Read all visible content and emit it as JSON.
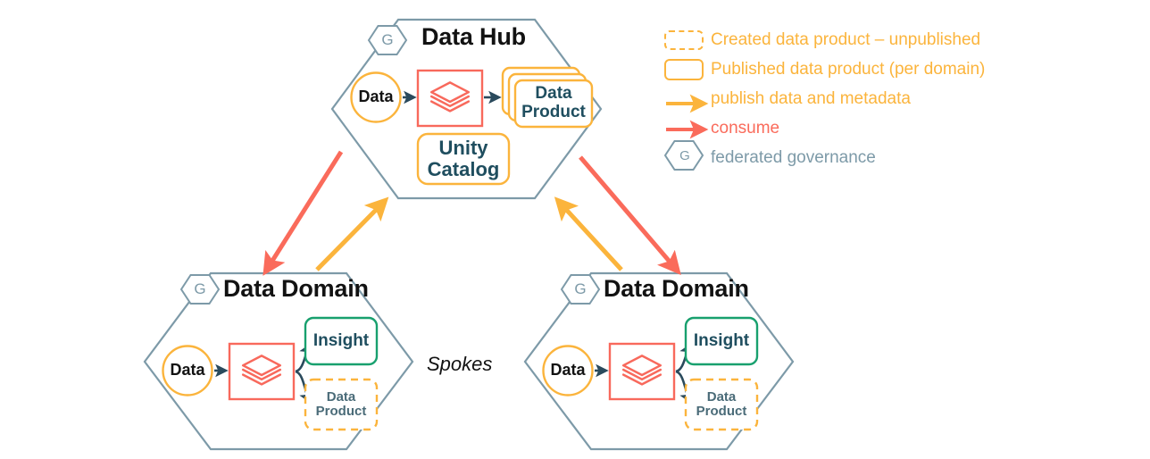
{
  "diagram": {
    "title_hub": "Data Hub",
    "spokes_label": "Spokes",
    "governance_letter": "G"
  },
  "colors": {
    "hex_border": "#7d9aa8",
    "orange": "#fbb43c",
    "coral": "#fa6b5b",
    "green": "#18a06e",
    "slate_text": "#1f4e5f",
    "dark_arrow": "#2a4a5c",
    "black": "#121212",
    "background": "#ffffff"
  },
  "hub": {
    "title": "Data Hub",
    "badge": "G",
    "data_node": "Data",
    "engine_icon": "databricks-layers-icon",
    "data_product": "Data Product",
    "data_product_line1": "Data",
    "data_product_line2": "Product",
    "unity_catalog_line1": "Unity",
    "unity_catalog_line2": "Catalog",
    "stack_count": 3
  },
  "domains": [
    {
      "id": "left",
      "title": "Data Domain",
      "badge": "G",
      "data_node": "Data",
      "engine_icon": "databricks-layers-icon",
      "insight": "Insight",
      "data_product_line1": "Data",
      "data_product_line2": "Product"
    },
    {
      "id": "right",
      "title": "Data Domain",
      "badge": "G",
      "data_node": "Data",
      "engine_icon": "databricks-layers-icon",
      "insight": "Insight",
      "data_product_line1": "Data",
      "data_product_line2": "Product"
    }
  ],
  "legend": {
    "items": [
      {
        "label": "Created data product – unpublished",
        "swatch": "dashed-rounded-rect",
        "color": "#fbb43c"
      },
      {
        "label": "Published data product (per domain)",
        "swatch": "solid-rounded-rect",
        "color": "#fbb43c"
      },
      {
        "label": "publish data and metadata",
        "swatch": "orange-arrow",
        "color": "#fbb43c"
      },
      {
        "label": "consume",
        "swatch": "coral-arrow",
        "color": "#fa6b5b"
      },
      {
        "label": "federated governance",
        "swatch": "hexagon-g-badge",
        "color": "#7d9aa8"
      }
    ]
  },
  "connections": [
    {
      "from": "hub",
      "to": "left-domain",
      "kind": "consume",
      "color": "#fa6b5b"
    },
    {
      "from": "left-domain",
      "to": "hub",
      "kind": "publish data and metadata",
      "color": "#fbb43c"
    },
    {
      "from": "hub",
      "to": "right-domain",
      "kind": "consume",
      "color": "#fa6b5b"
    },
    {
      "from": "right-domain",
      "to": "hub",
      "kind": "publish data and metadata",
      "color": "#fbb43c"
    }
  ]
}
